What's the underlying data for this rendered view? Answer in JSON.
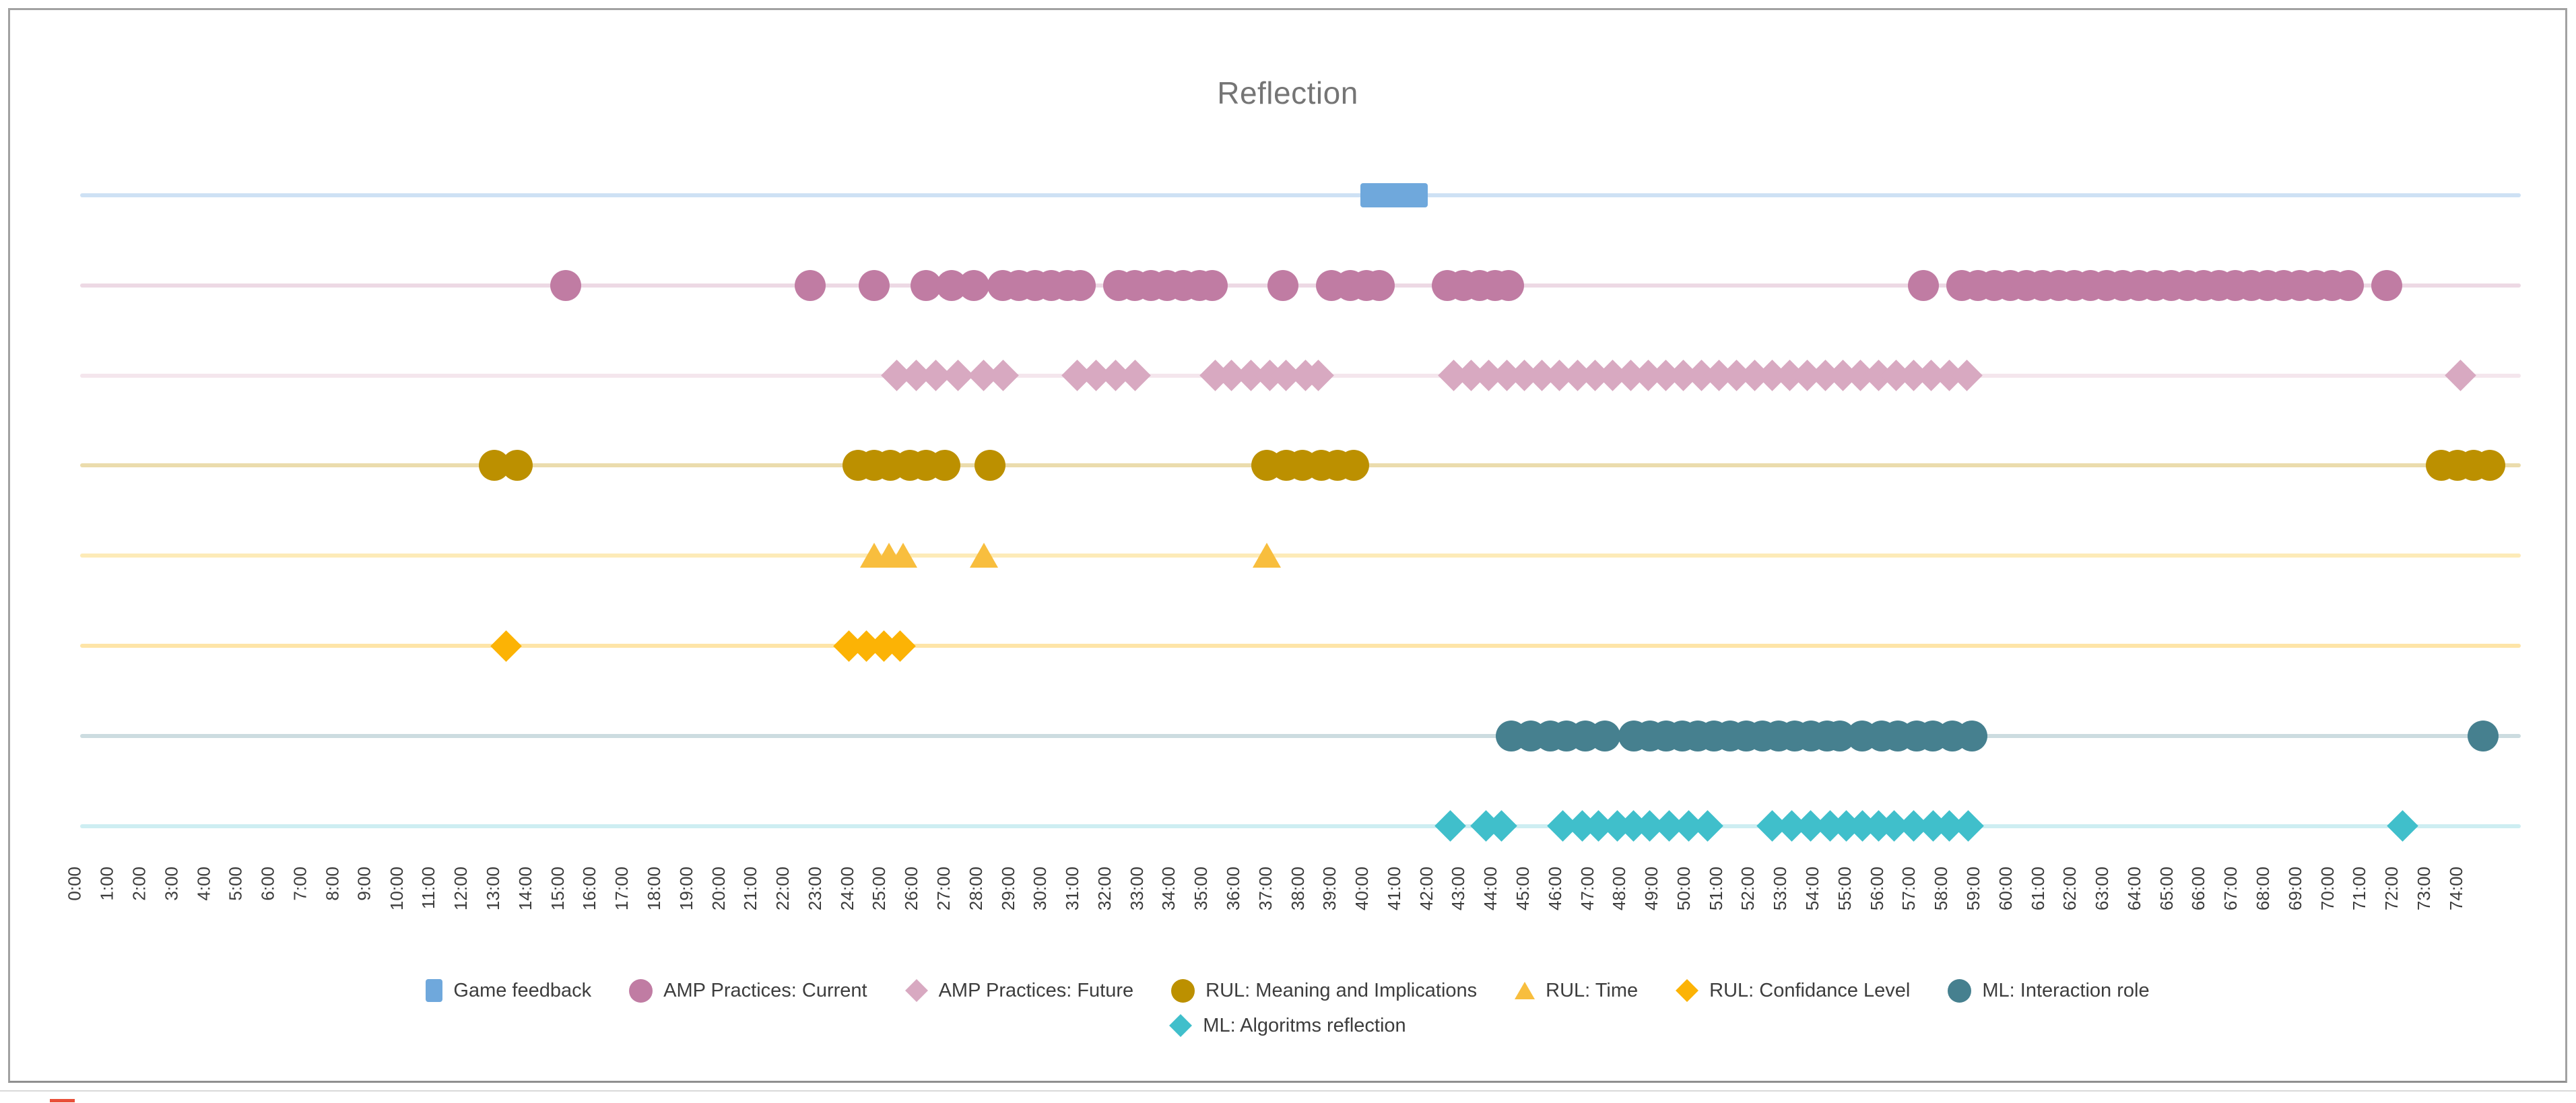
{
  "chart_data": {
    "type": "scatter",
    "title": "Reflection",
    "title_color": "#757575",
    "x_axis": {
      "unit": "minutes (mm:ss)",
      "min": 0,
      "max": 74,
      "tick_labels": [
        "0:00",
        "1:00",
        "2:00",
        "3:00",
        "4:00",
        "5:00",
        "6:00",
        "7:00",
        "8:00",
        "9:00",
        "10:00",
        "11:00",
        "12:00",
        "13:00",
        "14:00",
        "15:00",
        "16:00",
        "17:00",
        "18:00",
        "19:00",
        "20:00",
        "21:00",
        "22:00",
        "23:00",
        "24:00",
        "25:00",
        "26:00",
        "27:00",
        "28:00",
        "29:00",
        "30:00",
        "31:00",
        "32:00",
        "33:00",
        "34:00",
        "35:00",
        "36:00",
        "37:00",
        "38:00",
        "39:00",
        "40:00",
        "41:00",
        "42:00",
        "43:00",
        "44:00",
        "45:00",
        "46:00",
        "47:00",
        "48:00",
        "49:00",
        "50:00",
        "51:00",
        "52:00",
        "53:00",
        "54:00",
        "55:00",
        "56:00",
        "57:00",
        "58:00",
        "59:00",
        "60:00",
        "61:00",
        "62:00",
        "63:00",
        "64:00",
        "65:00",
        "66:00",
        "67:00",
        "68:00",
        "69:00",
        "70:00",
        "71:00",
        "72:00",
        "73:00",
        "74:00"
      ]
    },
    "legend_position": "bottom",
    "grid": false,
    "series": [
      {
        "label": "Game feedback",
        "marker": "square",
        "type": "bar",
        "color": "#6FA8DC",
        "line_color": "#CEE1F4",
        "bar": {
          "start": 39.3,
          "end": 41.4
        }
      },
      {
        "label": "AMP Practices: Current",
        "marker": "circle",
        "type": "events",
        "color": "#C07CA3",
        "line_color": "#EDD9E4",
        "times": [
          14.6,
          22.2,
          24.2,
          25.8,
          26.6,
          27.3,
          28.2,
          28.7,
          29.2,
          29.7,
          30.2,
          30.6,
          31.8,
          32.3,
          32.8,
          33.3,
          33.8,
          34.3,
          34.7,
          36.9,
          38.4,
          39.0,
          39.5,
          39.9,
          42.0,
          42.5,
          43.0,
          43.5,
          43.9,
          56.8,
          58.0,
          58.5,
          59.0,
          59.5,
          60.0,
          60.5,
          61.0,
          61.5,
          62.0,
          62.5,
          63.0,
          63.5,
          64.0,
          64.5,
          65.0,
          65.5,
          66.0,
          66.5,
          67.0,
          67.5,
          68.0,
          68.5,
          69.0,
          69.5,
          70.0,
          71.2
        ]
      },
      {
        "label": "AMP Practices: Future",
        "marker": "diamond",
        "type": "events",
        "color": "#D8A9C1",
        "line_color": "#F4E6ED",
        "times": [
          24.9,
          25.5,
          26.1,
          26.8,
          27.6,
          28.2,
          30.5,
          31.1,
          31.7,
          32.3,
          34.8,
          35.3,
          35.9,
          36.5,
          37.0,
          37.6,
          38.0,
          42.2,
          42.75,
          43.3,
          43.85,
          44.4,
          44.95,
          45.5,
          46.05,
          46.6,
          47.15,
          47.7,
          48.25,
          48.8,
          49.35,
          49.9,
          50.45,
          51.0,
          51.55,
          52.1,
          52.65,
          53.2,
          53.75,
          54.3,
          54.85,
          55.4,
          55.95,
          56.5,
          57.05,
          57.6,
          58.15,
          73.5
        ]
      },
      {
        "label": "RUL: Meaning and Implications",
        "marker": "circle",
        "type": "events",
        "color": "#BC9000",
        "line_color": "#EBDCAD",
        "times": [
          12.4,
          13.1,
          23.7,
          24.2,
          24.7,
          25.3,
          25.8,
          26.4,
          27.8,
          36.4,
          37.0,
          37.5,
          38.1,
          38.6,
          39.1,
          72.9,
          73.4,
          73.9,
          74.4
        ]
      },
      {
        "label": "RUL: Time",
        "marker": "triangle",
        "type": "events",
        "color": "#F8BE3E",
        "line_color": "#FDEBB8",
        "times": [
          24.2,
          24.65,
          25.1,
          27.6,
          36.4
        ]
      },
      {
        "label": "RUL: Confidance Level",
        "marker": "diamond",
        "type": "events",
        "color": "#FCB305",
        "line_color": "#FEE5A8",
        "times": [
          12.75,
          23.4,
          23.95,
          24.5,
          25.0
        ]
      },
      {
        "label": "ML: Interaction role",
        "marker": "circle",
        "type": "events",
        "color": "#46808F",
        "line_color": "#CCDCE0",
        "times": [
          44.0,
          44.6,
          45.2,
          45.7,
          46.3,
          46.9,
          47.8,
          48.3,
          48.8,
          49.3,
          49.8,
          50.3,
          50.8,
          51.3,
          51.8,
          52.3,
          52.8,
          53.3,
          53.8,
          54.2,
          54.9,
          55.5,
          56.0,
          56.6,
          57.1,
          57.7,
          58.3,
          74.2
        ]
      },
      {
        "label": "ML: Algoritms reflection",
        "marker": "diamond",
        "type": "events",
        "color": "#40BFCB",
        "line_color": "#CEEEF2",
        "times": [
          42.1,
          43.2,
          43.7,
          45.6,
          46.2,
          46.7,
          47.3,
          47.8,
          48.3,
          48.9,
          49.5,
          50.1,
          52.1,
          52.7,
          53.3,
          53.9,
          54.4,
          54.9,
          55.4,
          55.9,
          56.5,
          57.1,
          57.6,
          58.2,
          71.7
        ]
      }
    ],
    "legend_rows": [
      [
        0,
        1,
        2,
        3,
        4,
        5,
        6
      ],
      [
        7
      ]
    ]
  }
}
